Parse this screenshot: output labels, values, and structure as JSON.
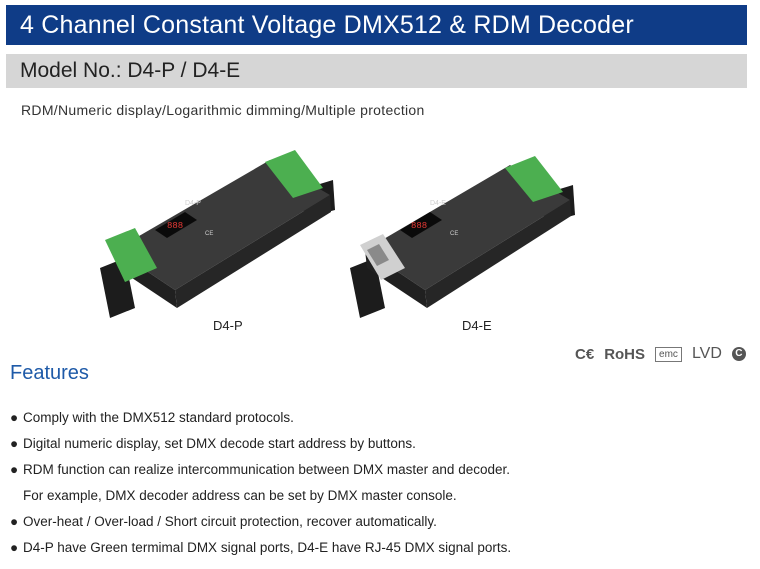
{
  "header": {
    "title": "4 Channel Constant Voltage DMX512 & RDM Decoder",
    "model": "Model No.: D4-P / D4-E"
  },
  "tagline": "RDM/Numeric display/Logarithmic dimming/Multiple protection",
  "products": [
    {
      "caption": "D4-P",
      "terminal_color": "#4caf50"
    },
    {
      "caption": "D4-E",
      "terminal_color": "#d0d0d0"
    }
  ],
  "certifications": {
    "ce": "C€",
    "rohs": "RoHS",
    "emc": "emc",
    "lvd": "LVD",
    "mark": "C"
  },
  "features": {
    "heading": "Features",
    "items": [
      "Comply with the DMX512 standard protocols.",
      "Digital numeric display, set DMX decode start address by buttons.",
      "RDM function can realize intercommunication between DMX master and decoder.",
      "Over-heat / Over-load / Short circuit protection, recover automatically.",
      "D4-P have Green termimal DMX signal ports, D4-E have RJ-45 DMX signal ports."
    ],
    "continuation": "For example, DMX decoder address can be set by DMX master console."
  },
  "colors": {
    "title_bar": "#0f3c87",
    "model_bar": "#d6d6d6",
    "features_heading": "#1e5aa8",
    "device_body": "#2e2e2e"
  }
}
